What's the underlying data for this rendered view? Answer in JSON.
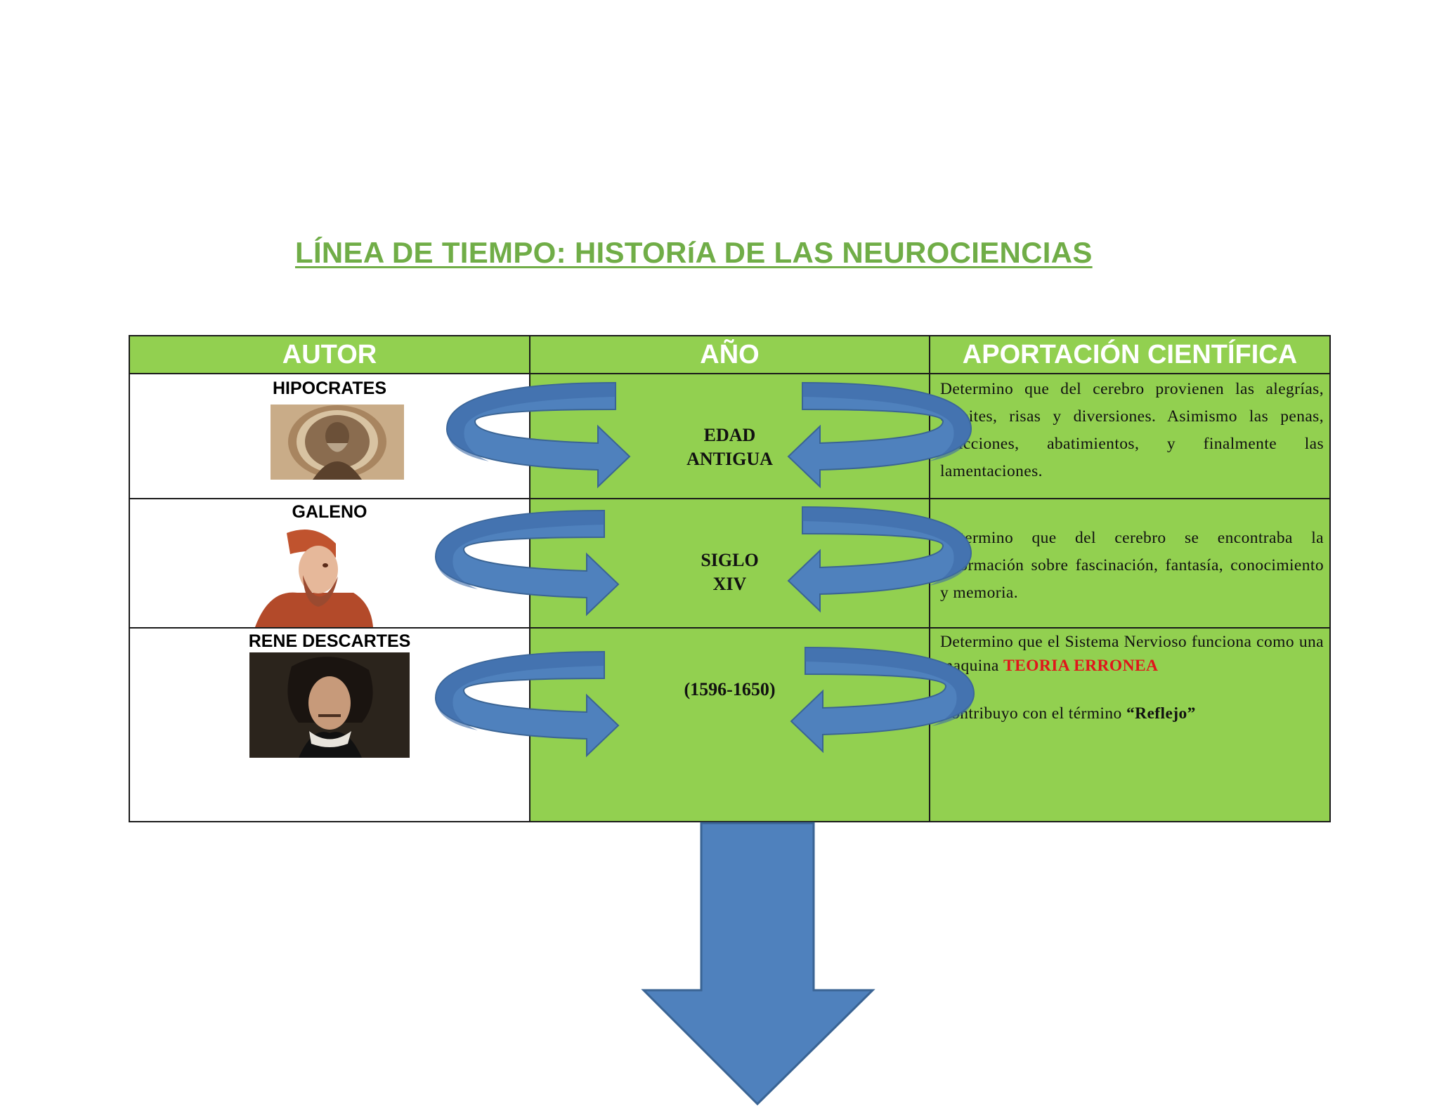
{
  "title": "LÍNEA DE TIEMPO: HISTORíA DE LAS NEUROCIENCIAS",
  "headers": {
    "author": "AUTOR",
    "year": "AÑO",
    "contribution": "APORTACIÓN CIENTÍFICA"
  },
  "rows": [
    {
      "author": "HIPOCRATES",
      "year": "EDAD\nANTIGUA",
      "contribution": "Determino que del cerebro provienen las alegrías, deleites, risas y diversiones. Asimismo las penas, aflicciones, abatimientos, y finalmente las lamentaciones."
    },
    {
      "author": "GALENO",
      "year": "SIGLO\nXIV",
      "contribution": "Determino que del cerebro se encontraba la información sobre fascinación, fantasía, conocimiento y memoria."
    },
    {
      "author": "RENE DESCARTES",
      "year": "(1596-1650)",
      "contribution": "Determino que el Sistema Nervioso funciona como una maquina",
      "contribution_highlight": "TEORIA ERRONEA",
      "contribution_extra": "Contribuyo con el término",
      "contribution_term": "“Reflejo”"
    }
  ],
  "colors": {
    "green": "#92d050",
    "title_green": "#70ad47",
    "arrow_blue": "#4f81bd",
    "highlight_red": "#e0161b"
  }
}
